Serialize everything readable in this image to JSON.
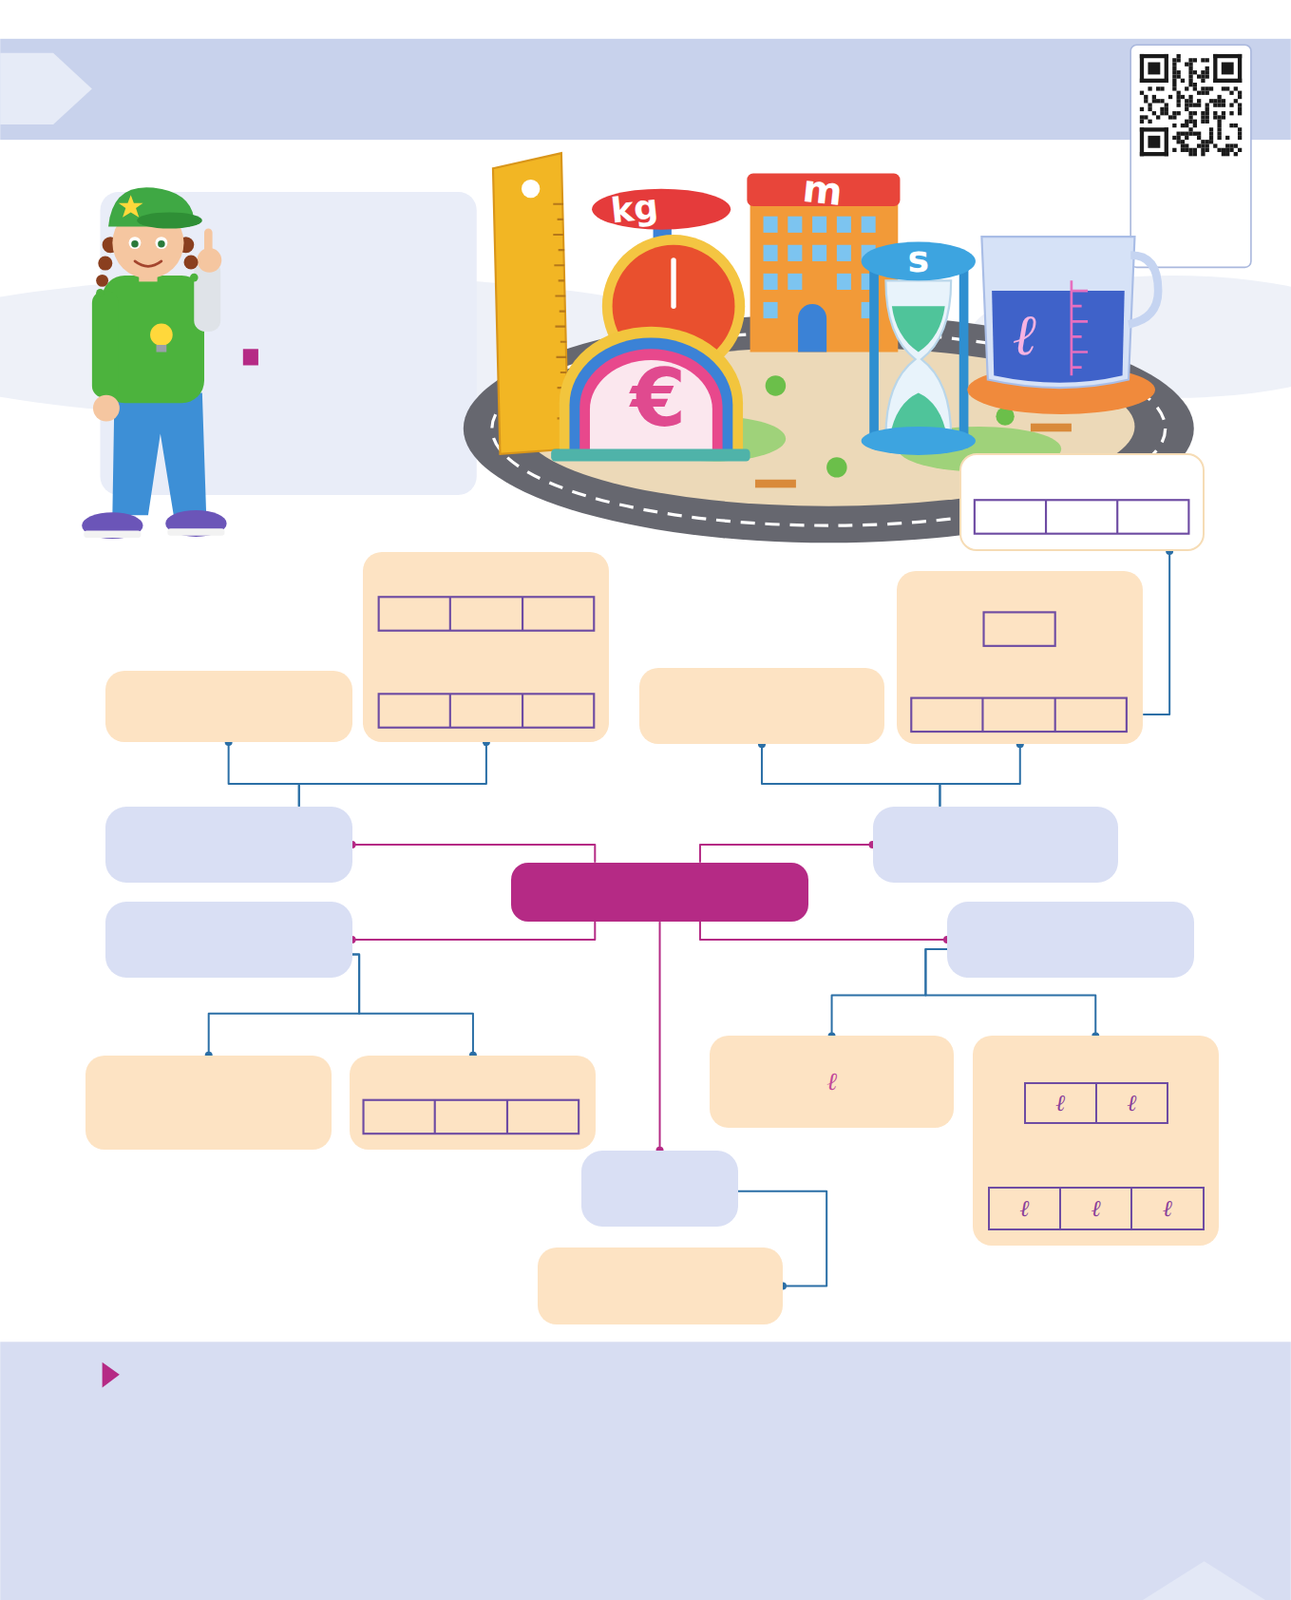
{
  "diagram": {
    "nodes": [
      {
        "text": []
      },
      {
        "text": []
      },
      {
        "text": []
      },
      {
        "text": []
      },
      {
        "text": []
      },
      {
        "text": []
      },
      {
        "text": []
      },
      {
        "text": []
      },
      {
        "text": []
      },
      {
        "text": []
      },
      {
        "text": []
      },
      {
        "text": []
      },
      {
        "text": [
          "ℓ"
        ]
      },
      {
        "text": []
      },
      {
        "text": [
          "ℓ"
        ],
        "in": 13
      },
      {
        "text": [
          "ℓ"
        ],
        "in": 13
      },
      {
        "text": [
          "ℓ"
        ],
        "in": 13
      },
      {
        "text": [
          "ℓ"
        ],
        "in": 13
      },
      {
        "text": [
          "ℓ"
        ],
        "in": 13
      },
      {
        "text": []
      },
      {
        "text": []
      }
    ],
    "edges": [
      {
        "from": 0,
        "to": 1,
        "arrow": "none"
      },
      {
        "from": 0,
        "to": 4,
        "arrow": "none"
      },
      {
        "from": 0,
        "to": 7,
        "arrow": "none"
      },
      {
        "from": 0,
        "to": 11,
        "arrow": "none"
      },
      {
        "from": 0,
        "to": 19,
        "arrow": "none"
      },
      {
        "from": 1,
        "to": 2,
        "arrow": "none"
      },
      {
        "from": 1,
        "to": 3,
        "arrow": "none"
      },
      {
        "from": 4,
        "to": 5,
        "arrow": "none"
      },
      {
        "from": 4,
        "to": 6,
        "arrow": "none"
      },
      {
        "from": 7,
        "to": 8,
        "arrow": "none"
      },
      {
        "from": 7,
        "to": 9,
        "arrow": "none"
      },
      {
        "from": 9,
        "to": 10,
        "arrow": "none"
      },
      {
        "from": 11,
        "to": 12,
        "arrow": "none"
      },
      {
        "from": 11,
        "to": 13,
        "arrow": "none"
      },
      {
        "from": 19,
        "to": 20,
        "arrow": "none"
      }
    ],
    "labels": [
      "kg",
      "€",
      "m",
      "s",
      "ℓ"
    ]
  }
}
